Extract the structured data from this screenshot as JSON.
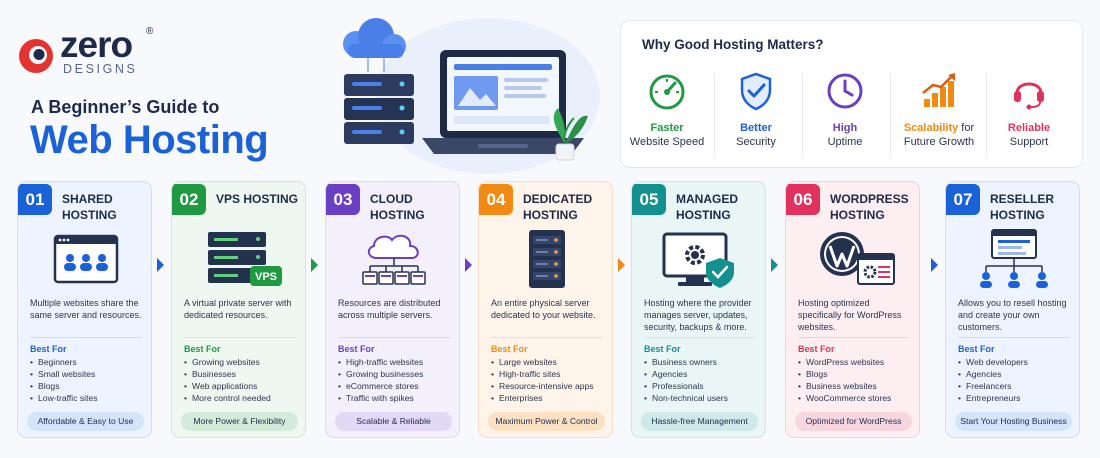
{
  "brand": {
    "name": "zero",
    "sub": "DESIGNS",
    "reg": "®"
  },
  "title": {
    "line1": "A Beginner’s Guide to",
    "line2": "Web Hosting"
  },
  "why": {
    "title": "Why Good Hosting Matters?",
    "items": [
      {
        "bold": "Faster",
        "rest": "Website Speed",
        "icon": "speedometer-icon",
        "color": "#1f9a43"
      },
      {
        "bold": "Better",
        "rest": "Security",
        "icon": "shield-check-icon",
        "color": "#1b62d8"
      },
      {
        "bold": "High",
        "rest": "Uptime",
        "icon": "clock-icon",
        "color": "#6b3fc4"
      },
      {
        "bold": "Scalability",
        "mid": " for",
        "rest": "Future Growth",
        "icon": "growth-chart-icon",
        "color": "#f08a12"
      },
      {
        "bold": "Reliable",
        "rest": "Support",
        "icon": "headset-icon",
        "color": "#e0325c"
      }
    ]
  },
  "cards": [
    {
      "num": "01",
      "title": "SHARED HOSTING",
      "desc": "Multiple websites share the same server and resources.",
      "best_label": "Best For",
      "best": [
        "Beginners",
        "Small websites",
        "Blogs",
        "Low-traffic sites"
      ],
      "tag": "Affordable & Easy to Use",
      "icon": "shared-hosting-icon",
      "color": "#1b62d8"
    },
    {
      "num": "02",
      "title": "VPS HOSTING",
      "desc": "A virtual private server with dedicated resources.",
      "best_label": "Best For",
      "best": [
        "Growing websites",
        "Businesses",
        "Web applications",
        "More control needed"
      ],
      "tag": "More Power & Flexibility",
      "icon": "vps-server-icon",
      "vps_label": "VPS",
      "color": "#1f9a43"
    },
    {
      "num": "03",
      "title": "CLOUD HOSTING",
      "desc": "Resources are distributed across multiple servers.",
      "best_label": "Best For",
      "best": [
        "High-traffic websites",
        "Growing businesses",
        "eCommerce stores",
        "Traffic with spikes"
      ],
      "tag": "Scalable & Reliable",
      "icon": "cloud-network-icon",
      "color": "#6b3fc4"
    },
    {
      "num": "04",
      "title": "DEDICATED HOSTING",
      "desc": "An entire physical server dedicated to your website.",
      "best_label": "Best For",
      "best": [
        "Large websites",
        "High-traffic sites",
        "Resource-intensive apps",
        "Enterprises"
      ],
      "tag": "Maximum Power & Control",
      "icon": "dedicated-server-icon",
      "color": "#f08a12"
    },
    {
      "num": "05",
      "title": "MANAGED HOSTING",
      "desc": "Hosting where the provider manages server, updates, security, backups & more.",
      "best_label": "Best For",
      "best": [
        "Business owners",
        "Agencies",
        "Professionals",
        "Non-technical users"
      ],
      "tag": "Hassle-free Management",
      "icon": "managed-monitor-icon",
      "color": "#14908f"
    },
    {
      "num": "06",
      "title": "WORDPRESS HOSTING",
      "desc": "Hosting optimized specifically for WordPress websites.",
      "best_label": "Best For",
      "best": [
        "WordPress websites",
        "Blogs",
        "Business websites",
        "WooCommerce stores"
      ],
      "tag": "Optimized for WordPress",
      "icon": "wordpress-icon",
      "color": "#e0325c"
    },
    {
      "num": "07",
      "title": "RESELLER HOSTING",
      "desc": "Allows you to resell hosting and create your own customers.",
      "best_label": "Best For",
      "best": [
        "Web developers",
        "Agencies",
        "Freelancers",
        "Entrepreneurs"
      ],
      "tag": "Start Your Hosting Business",
      "icon": "reseller-network-icon",
      "color": "#1b62d8"
    }
  ]
}
